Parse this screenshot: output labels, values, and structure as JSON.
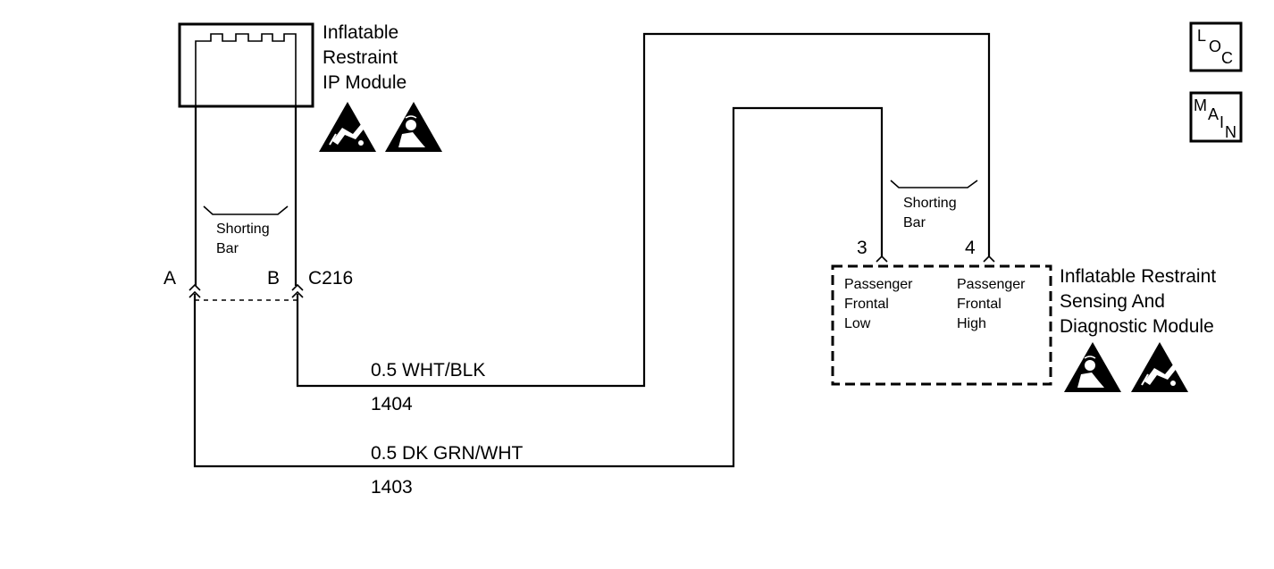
{
  "ip_module": {
    "title_line1": "Inflatable",
    "title_line2": "Restraint",
    "title_line3": "IP Module",
    "icons": [
      "esd-sensitive-icon",
      "airbag-warning-icon"
    ]
  },
  "ip_shorting_bar": {
    "line1": "Shorting",
    "line2": "Bar"
  },
  "connector_c216": {
    "name": "C216",
    "pin_a": "A",
    "pin_b": "B"
  },
  "sdm_shorting_bar": {
    "line1": "Shorting",
    "line2": "Bar"
  },
  "sdm": {
    "title_line1": "Inflatable Restraint",
    "title_line2": "Sensing And",
    "title_line3": "Diagnostic Module",
    "pin3": "3",
    "pin4": "4",
    "pin3_label": [
      "Passenger",
      "Frontal",
      "Low"
    ],
    "pin4_label": [
      "Passenger",
      "Frontal",
      "High"
    ],
    "icons": [
      "airbag-warning-icon",
      "esd-sensitive-icon"
    ]
  },
  "wires": [
    {
      "spec": "0.5 WHT/BLK",
      "circuit": "1404"
    },
    {
      "spec": "0.5 DK GRN/WHT",
      "circuit": "1403"
    }
  ],
  "nav": {
    "loc": [
      "L",
      "O",
      "C"
    ],
    "main": [
      "M",
      "A",
      "I",
      "N"
    ]
  }
}
